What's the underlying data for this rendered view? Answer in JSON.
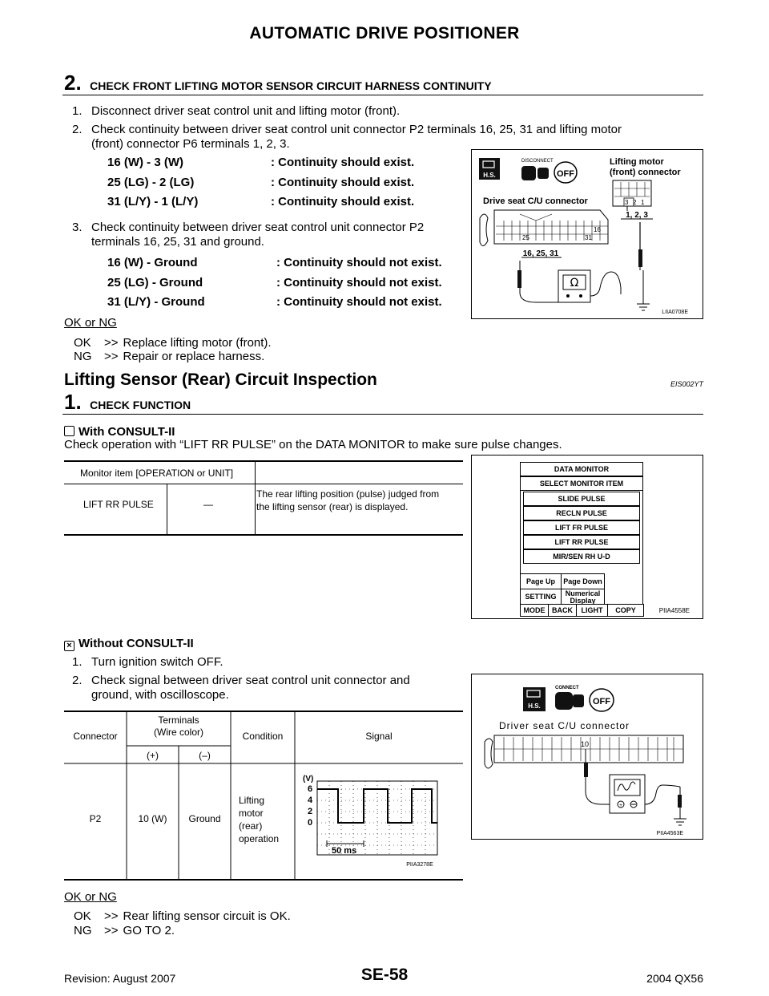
{
  "header": {
    "title": "AUTOMATIC DRIVE POSITIONER"
  },
  "step2": {
    "num": "2.",
    "title": "CHECK FRONT LIFTING MOTOR SENSOR CIRCUIT HARNESS CONTINUITY",
    "items": [
      "1.",
      "Disconnect driver seat control unit and lifting motor (front).",
      "2.",
      "Check continuity between driver seat control unit connector P2 terminals 16, 25, 31 and lifting motor",
      "(front) connector P6 terminals 1, 2, 3.",
      "3.",
      "Check continuity between driver seat control unit connector P2",
      "terminals 16, 25, 31 and ground."
    ],
    "spec1": [
      {
        "a": "16 (W) - 3 (W)",
        "b": ": Continuity should exist."
      },
      {
        "a": "25 (LG) - 2 (LG)",
        "b": ": Continuity should exist."
      },
      {
        "a": "31 (L/Y) - 1 (L/Y)",
        "b": ": Continuity should exist."
      }
    ],
    "spec2": [
      {
        "a": "16 (W) - Ground",
        "b": ": Continuity should not exist."
      },
      {
        "a": "25 (LG) - Ground",
        "b": ": Continuity should not exist."
      },
      {
        "a": "31 (L/Y) - Ground",
        "b": ": Continuity should not exist."
      }
    ],
    "okng": "OK or NG",
    "results": [
      {
        "k": "OK",
        ">": ">>",
        "v": "Replace lifting motor (front)."
      },
      {
        "k": "NG",
        ">": ">>",
        "v": "Repair or replace harness."
      }
    ]
  },
  "fig1": {
    "disconnect": "DISCONNECT",
    "hs": "H.S.",
    "off": "OFF",
    "motor_title": "Lifting motor",
    "motor_sub": "(front) connector",
    "motor_pins": [
      "3",
      "2",
      "1"
    ],
    "motor_label": "1, 2, 3",
    "cu_title": "Drive seat C/U connector",
    "cu_16": "16",
    "cu_25": "25",
    "cu_31": "31",
    "cu_label": "16, 25, 31",
    "ohm": "Ω",
    "code": "LIIA0708E"
  },
  "section": {
    "title": "Lifting Sensor (Rear) Circuit Inspection",
    "code": "EIS002YT"
  },
  "step1": {
    "num": "1.",
    "title": "CHECK FUNCTION",
    "with": "With CONSULT-II",
    "with_desc": "Check operation with “LIFT RR PULSE” on the DATA MONITOR to make sure pulse changes.",
    "table": {
      "h1": "Monitor item [OPERATION or UNIT]",
      "item": "LIFT RR PULSE",
      "dash": "—",
      "desc1": "The rear lifting position (pulse) judged from",
      "desc2": "the lifting sensor (rear) is displayed."
    },
    "without": "Without CONSULT-II",
    "items": [
      "1.",
      "Turn ignition switch OFF.",
      "2.",
      "Check signal between driver seat control unit connector and",
      "ground, with oscilloscope."
    ],
    "sig": {
      "connector": "Connector",
      "terminals": "Terminals",
      "wire": "(Wire color)",
      "plus": "(+)",
      "minus": "(–)",
      "condition": "Condition",
      "signal": "Signal",
      "conn_val": "P2",
      "plus_val": "10 (W)",
      "minus_val": "Ground",
      "cond_l1": "Lifting",
      "cond_l2": "motor",
      "cond_l3": "(rear)",
      "cond_l4": "operation",
      "v_label": "(V)",
      "y6": "6",
      "y4": "4",
      "y2": "2",
      "y0": "0",
      "ms": "50 ms",
      "wcode": "PIIA3278E"
    },
    "okng": "OK or NG",
    "results": [
      {
        "k": "OK",
        "v": "Rear lifting sensor circuit is OK."
      },
      {
        "k": "NG",
        "v": "GO TO 2."
      }
    ]
  },
  "monitor": {
    "title": "DATA MONITOR",
    "select": "SELECT MONITOR ITEM",
    "items": [
      "SLIDE PULSE",
      "RECLN PULSE",
      "LIFT FR PULSE",
      "LIFT RR PULSE",
      "MIR/SEN RH U-D"
    ],
    "pageup": "Page Up",
    "pagedown": "Page Down",
    "setting": "SETTING",
    "numerical1": "Numerical",
    "numerical2": "Display",
    "mode": "MODE",
    "back": "BACK",
    "light": "LIGHT",
    "copy": "COPY",
    "code": "PIIA4558E"
  },
  "fig3": {
    "hs": "H.S.",
    "connect": "CONNECT",
    "off": "OFF",
    "cu": "Driver seat C/U connector",
    "pin": "10",
    "code": "PIIA4563E"
  },
  "footer": {
    "revision": "Revision: August 2007",
    "page": "SE-58",
    "model": "2004 QX56"
  }
}
